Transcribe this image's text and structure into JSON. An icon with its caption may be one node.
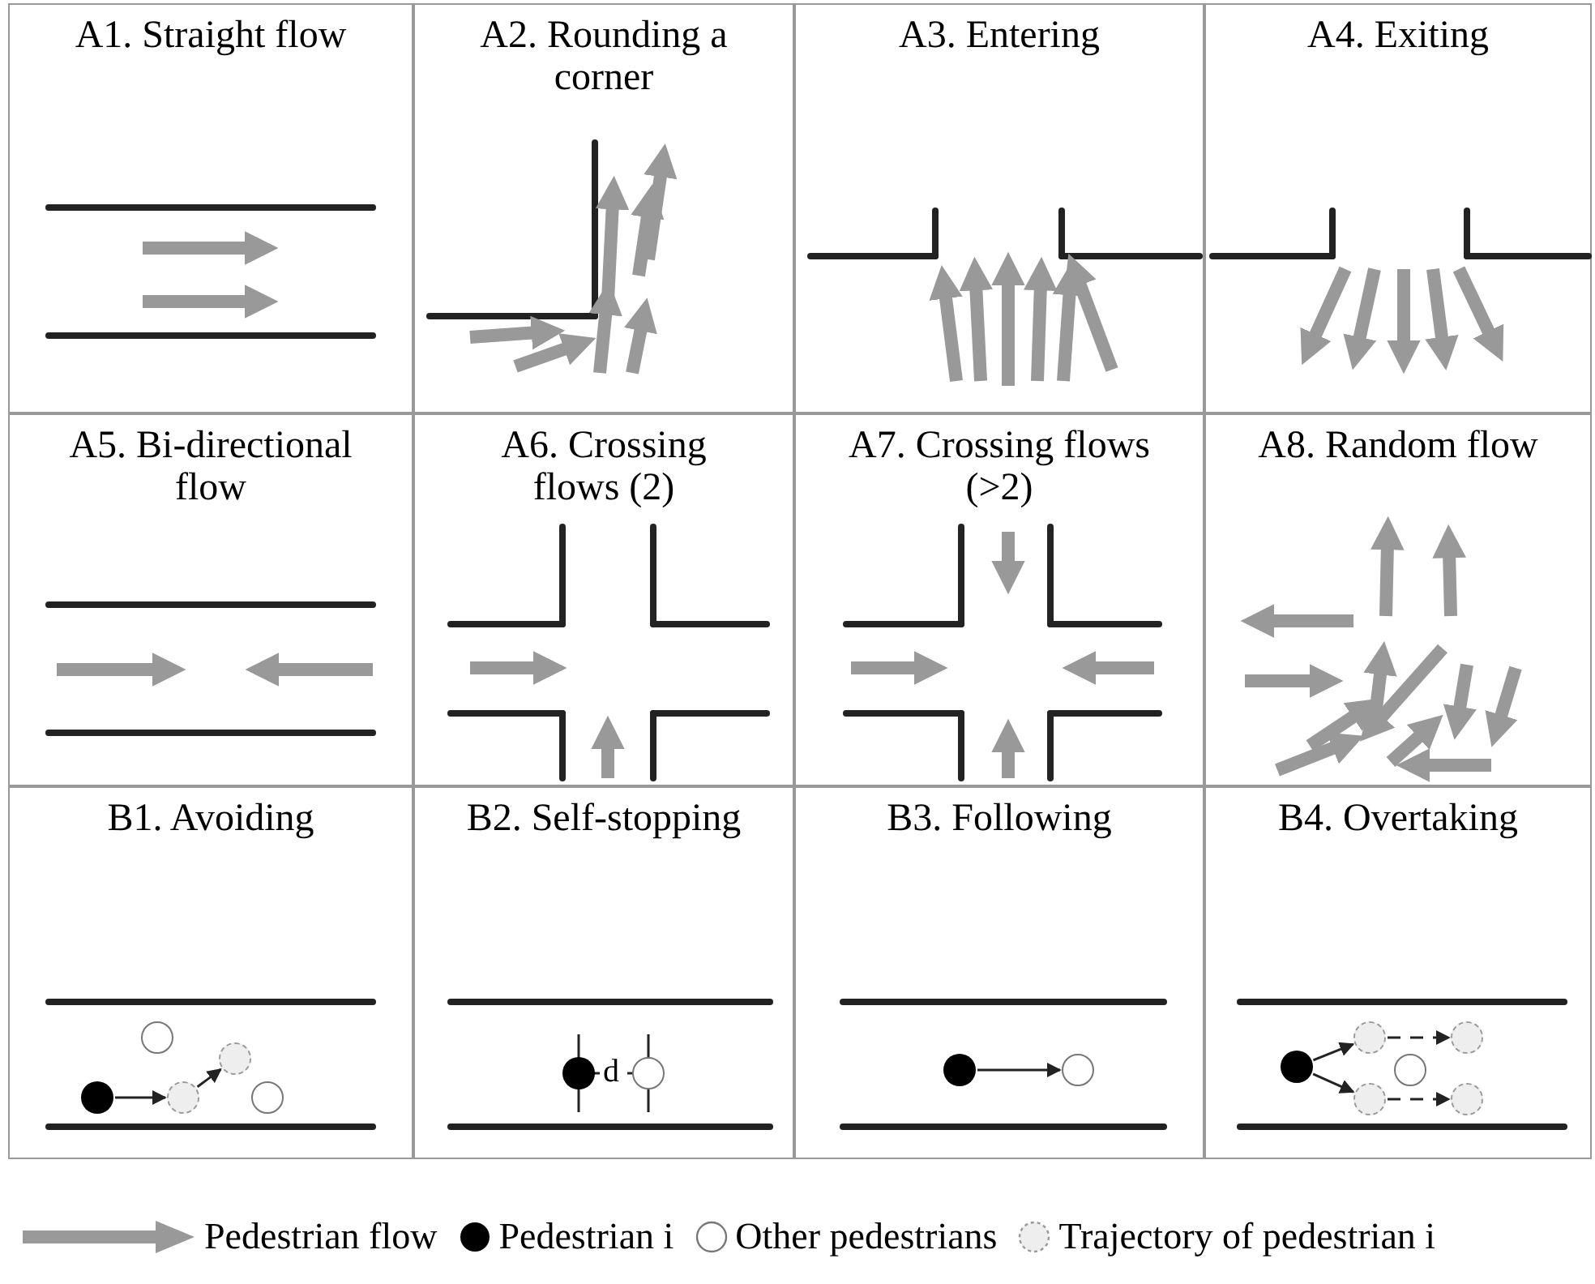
{
  "diagram": {
    "nodes": [
      {
        "text": [
          "A1. Straight flow"
        ]
      },
      {
        "text": [
          "A2. Rounding a corner"
        ]
      },
      {
        "text": [
          "A3. Entering"
        ]
      },
      {
        "text": [
          "A4. Exiting"
        ]
      },
      {
        "text": [
          "A5. Bi-directional flow"
        ]
      },
      {
        "text": [
          "A6. Crossing flows (2)"
        ]
      },
      {
        "text": [
          "A7. Crossing flows (>2)"
        ]
      },
      {
        "text": [
          "A8. Random flow"
        ]
      },
      {
        "text": [
          "B1. Avoiding"
        ]
      },
      {
        "text": [
          "B2. Self-stopping"
        ]
      },
      {
        "text": [
          "B3. Following"
        ]
      },
      {
        "text": [
          "B4. Overtaking"
        ]
      },
      {
        "text": [],
        "shape": "circle",
        "in": 8
      },
      {
        "text": [],
        "shape": "circle",
        "in": 8
      },
      {
        "text": [],
        "shape": "circle",
        "in": 8
      },
      {
        "text": [],
        "shape": "circle",
        "in": 8
      },
      {
        "text": [],
        "shape": "circle",
        "in": 8
      },
      {
        "text": [],
        "shape": "circle",
        "in": 9
      },
      {
        "text": [],
        "shape": "circle",
        "in": 9
      },
      {
        "text": [],
        "shape": "circle",
        "in": 10
      },
      {
        "text": [],
        "shape": "circle",
        "in": 10
      },
      {
        "text": [],
        "shape": "circle",
        "in": 11
      },
      {
        "text": [],
        "shape": "circle",
        "in": 11
      },
      {
        "text": [],
        "shape": "circle",
        "in": 11
      },
      {
        "text": [],
        "shape": "circle",
        "in": 11
      },
      {
        "text": [],
        "shape": "circle",
        "in": 11
      },
      {
        "text": [],
        "shape": "circle",
        "in": 11
      }
    ],
    "edges": [
      {
        "from": 12,
        "to": 14,
        "arrow": "to"
      },
      {
        "from": 14,
        "to": 15,
        "arrow": "to"
      },
      {
        "from": 19,
        "to": 20,
        "arrow": "to"
      },
      {
        "from": 21,
        "to": 22,
        "arrow": "to"
      },
      {
        "from": 21,
        "to": 23,
        "arrow": "to"
      },
      {
        "from": 22,
        "to": 25,
        "arrow": "to",
        "style": "dashed"
      },
      {
        "from": 23,
        "to": 26,
        "arrow": "to",
        "style": "dashed"
      }
    ],
    "labels": [
      "d"
    ],
    "legend": [
      {
        "text": "Pedestrian flow"
      },
      {
        "text": "Pedestrian i"
      },
      {
        "text": "Other pedestrians"
      },
      {
        "text": "Trajectory of pedestrian i"
      }
    ]
  }
}
